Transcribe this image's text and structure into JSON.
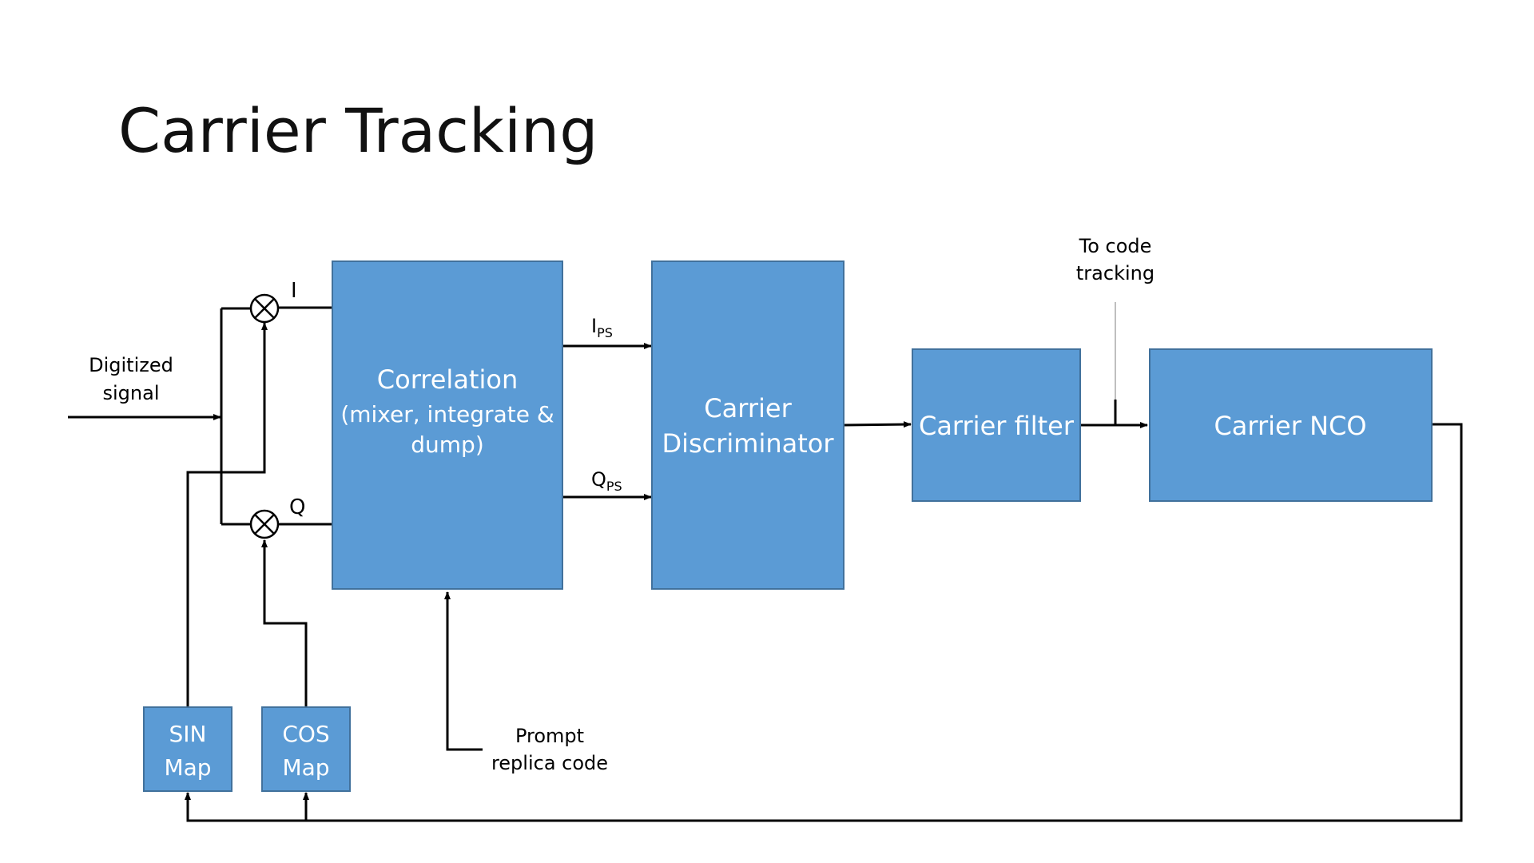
{
  "title": "Carrier Tracking",
  "blocks": {
    "correlation": {
      "line1": "Correlation",
      "line2": "(mixer, integrate &",
      "line3": "dump)"
    },
    "discriminator": {
      "line1": "Carrier",
      "line2": "Discriminator"
    },
    "filter": {
      "label": "Carrier filter"
    },
    "nco": {
      "label": "Carrier NCO"
    },
    "sin_map": {
      "line1": "SIN",
      "line2": "Map"
    },
    "cos_map": {
      "line1": "COS",
      "line2": "Map"
    }
  },
  "labels": {
    "input_line1": "Digitized",
    "input_line2": "signal",
    "i_branch": "I",
    "q_branch": "Q",
    "ips_main": "I",
    "ips_sub": "PS",
    "qps_main": "Q",
    "qps_sub": "PS",
    "code_line1": "To code",
    "code_line2": "tracking",
    "prompt_line1": "Prompt",
    "prompt_line2": "replica code"
  },
  "colors": {
    "block_fill": "#5b9bd5",
    "block_stroke": "#41719c",
    "wire": "#000000"
  }
}
